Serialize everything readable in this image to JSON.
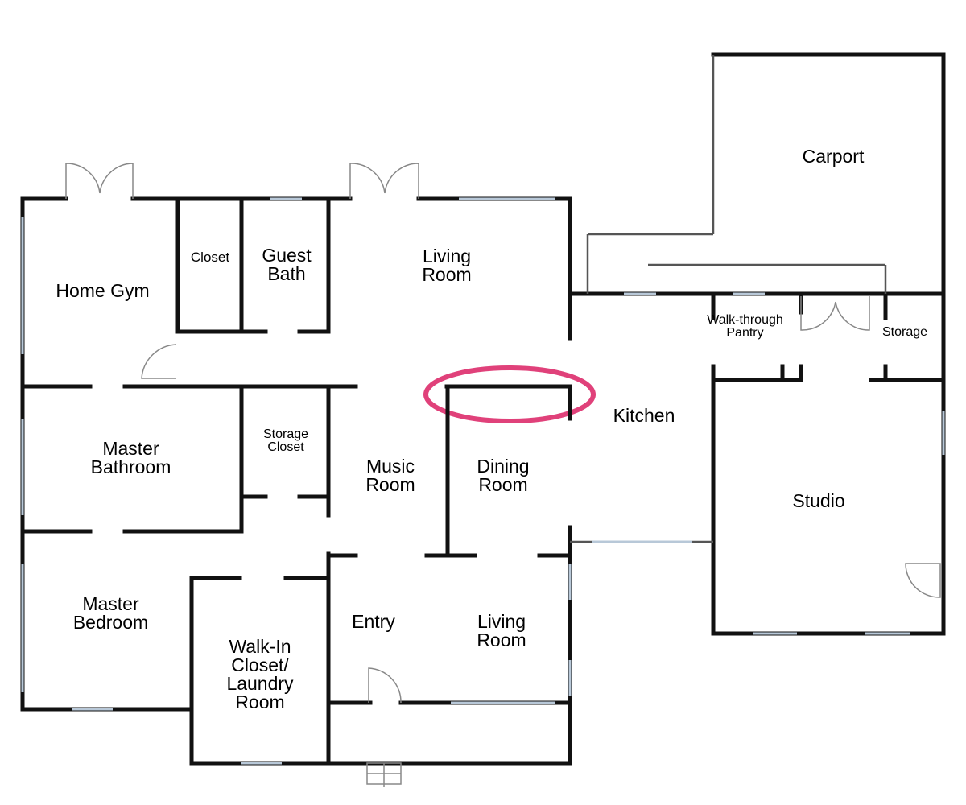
{
  "rooms": {
    "home_gym": "Home Gym",
    "closet": "Closet",
    "guest_bath": "Guest\nBath",
    "living_room_top": "Living\nRoom",
    "carport": "Carport",
    "walk_through_pantry": "Walk-through\nPantry",
    "storage": "Storage",
    "kitchen": "Kitchen",
    "master_bathroom": "Master\nBathroom",
    "storage_closet": "Storage\nCloset",
    "music_room": "Music\nRoom",
    "dining_room": "Dining\nRoom",
    "studio": "Studio",
    "master_bedroom": "Master\nBedroom",
    "walk_in_closet_laundry": "Walk-In\nCloset/\nLaundry\nRoom",
    "entry": "Entry",
    "living_room_bottom": "Living\nRoom"
  },
  "colors": {
    "wall": "#111111",
    "thin_wall": "#555555",
    "window": "#b8c8d8",
    "door": "#888888",
    "highlight": "#e0417a"
  }
}
